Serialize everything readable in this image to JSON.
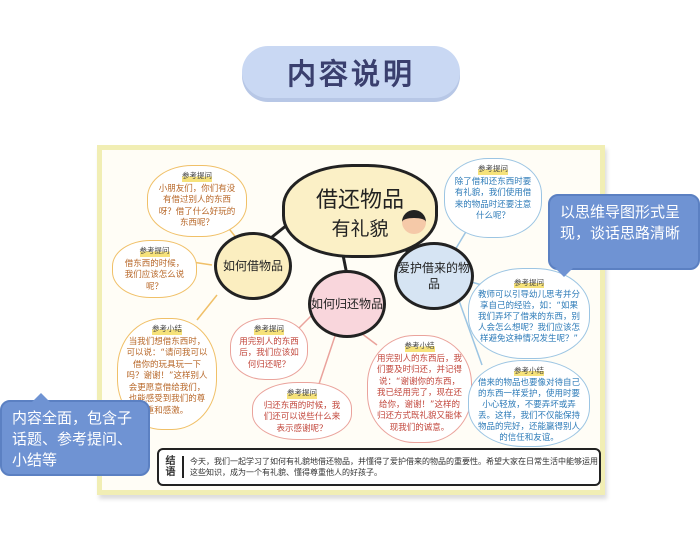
{
  "header": {
    "title": "内容说明"
  },
  "poster": {
    "main_topic": {
      "line1": "借还物品",
      "line2": "有礼貌"
    },
    "branches": [
      {
        "label": "如何借物品",
        "color": "#fbeec0"
      },
      {
        "label": "如何归还物品",
        "color": "#f9d6dc"
      },
      {
        "label": "爱护借来的物品",
        "color": "#d6e4f3"
      }
    ],
    "clouds": [
      {
        "heading": "参考提问",
        "text": "小朋友们，你们有没有借过别人的东西呀？借了什么好玩的东西呢？"
      },
      {
        "heading": "参考提问",
        "text": "借东西的时候，我们应该怎么说呢？"
      },
      {
        "heading": "参考小结",
        "text": "当我们想借东西时，可以说：“请问我可以借你的玩具玩一下吗？谢谢！”这样别人会更愿意借给我们，也能感受到我们的尊重和感激。"
      },
      {
        "heading": "参考提问",
        "text": "用完别人的东西后，我们应该如何归还呢？"
      },
      {
        "heading": "参考提问",
        "text": "归还东西的时候，我们还可以说些什么来表示感谢呢？"
      },
      {
        "heading": "参考小结",
        "text": "用完别人的东西后，我们要及时归还，并记得说：“谢谢你的东西，我已经用完了，现在还给你，谢谢！”这样的归还方式既礼貌又能体现我们的诚意。"
      },
      {
        "heading": "参考提问",
        "text": "除了借和还东西时要有礼貌，我们使用借来的物品时还要注意什么呢？"
      },
      {
        "heading": "参考提问",
        "text": "教师可以引导幼儿思考并分享自己的经验，如：“如果我们弄坏了借来的东西，别人会怎么想呢？我们应该怎样避免这种情况发生呢？”"
      },
      {
        "heading": "参考小结",
        "text": "借来的物品也要像对待自己的东西一样爱护，使用时要小心轻放，不要弄坏或弄丢。这样，我们不仅能保持物品的完好，还能赢得别人的信任和友谊。"
      }
    ],
    "summary": {
      "label": "结语",
      "text": "今天，我们一起学习了如何有礼貌地借还物品，并懂得了爱护借来的物品的重要性。希望大家在日常生活中能够运用这些知识，成为一个有礼貌、懂得尊重他人的好孩子。"
    }
  },
  "callouts": {
    "right": "以思维导图形式呈现，谈话思路清晰",
    "left": "内容全面，包含子话题、参考提问、小结等"
  },
  "colors": {
    "callout": "#6f93d3",
    "title_pill": "#c9d8f3",
    "poster_border": "#f1eeb4"
  }
}
